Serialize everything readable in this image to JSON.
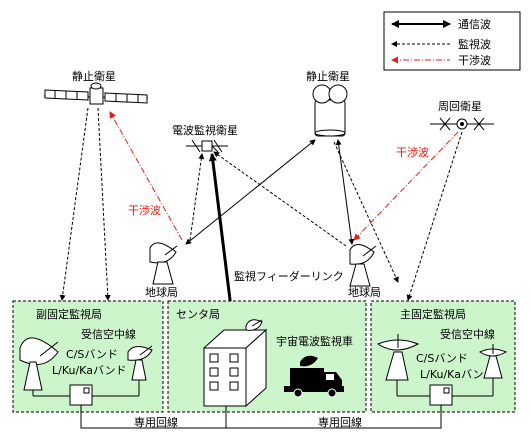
{
  "legend": {
    "communication": "通信波",
    "monitoring": "監視波",
    "interference": "干渉波"
  },
  "satellites": {
    "geo_left": "静止衛星",
    "geo_right": "静止衛星",
    "orbiting": "周回衛星",
    "monitor": "電波監視衛星"
  },
  "earth_stations": {
    "left": "地球局",
    "right": "地球局"
  },
  "links": {
    "feeder": "監視フィーダーリンク",
    "interference_left": "干渉波",
    "interference_right": "干渉波",
    "leased_left": "専用回線",
    "leased_right": "専用回線"
  },
  "stations": {
    "sub": {
      "title": "副固定監視局",
      "antenna": "受信空中線",
      "band1": "C/Sバンド",
      "band2": "L/Ku/Kaバンド"
    },
    "center": {
      "title": "センタ局",
      "vehicle": "宇宙電波監視車"
    },
    "main": {
      "title": "主固定監視局",
      "antenna": "受信空中線",
      "band1": "C/Sバンド",
      "band2": "L/Ku/Kaバンド"
    }
  },
  "colors": {
    "box_fill": "#ccf5cc",
    "interference": "#e0201a"
  }
}
